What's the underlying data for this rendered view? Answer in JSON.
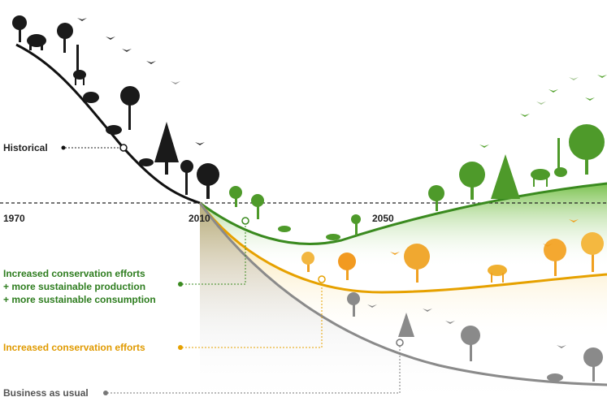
{
  "timeline": {
    "years": [
      "1970",
      "2010",
      "2050"
    ]
  },
  "labels": {
    "historical": "Historical",
    "green": [
      "Increased conservation efforts",
      "+ more sustainable production",
      "+ more sustainable consumption"
    ],
    "orange": "Increased conservation efforts",
    "grey": "Business as usual"
  },
  "colors": {
    "historical": "#111111",
    "green": "#3a8a1f",
    "orange": "#e6a100",
    "grey": "#8a8a8a",
    "green_label": "#2e7d1f",
    "orange_label": "#e09a00",
    "grey_label": "#555555"
  },
  "icons": [
    "tree-icon",
    "elephant-icon",
    "giraffe-icon",
    "bird-icon",
    "camel-icon"
  ]
}
